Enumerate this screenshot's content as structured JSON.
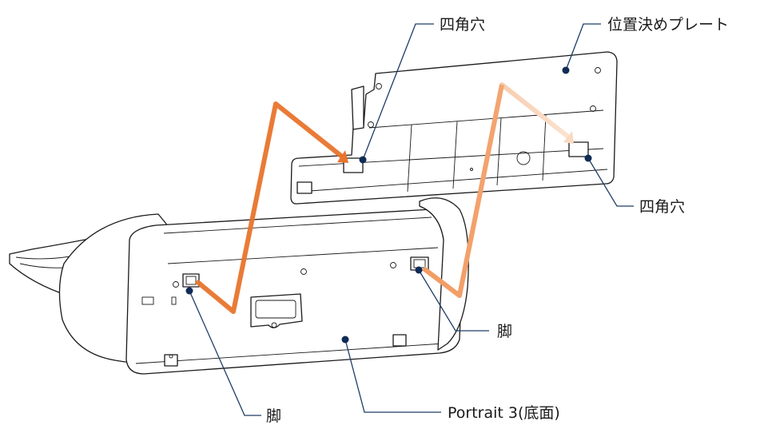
{
  "diagram": {
    "labels": {
      "square_hole_top": "四角穴",
      "positioning_plate": "位置決めプレート",
      "square_hole_right": "四角穴",
      "foot_right": "脚",
      "foot_left": "脚",
      "device_bottom": "Portrait 3(底面)"
    },
    "colors": {
      "arrow_orange": "#e8742c",
      "arrow_light": "#f6c9a7",
      "leader_line": "#1f3c66",
      "dot": "#0f2b55"
    }
  }
}
